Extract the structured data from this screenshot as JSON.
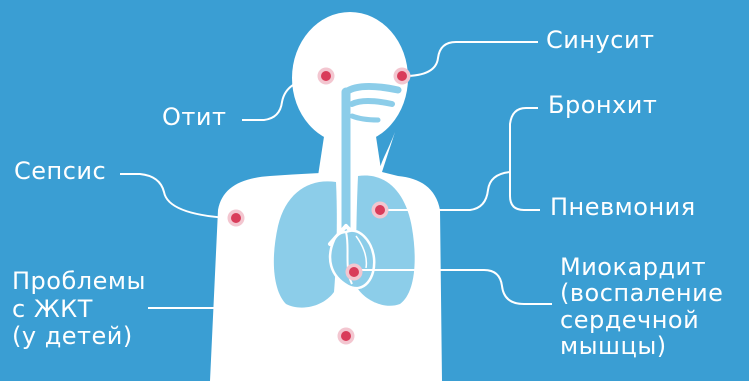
{
  "labels": {
    "otitis": "Отит",
    "sinusitis": "Синусит",
    "bronchitis": "Бронхит",
    "sepsis": "Сепсис",
    "pneumonia": "Пневмония",
    "gi_problems": "Проблемы\nс ЖКТ\n(у детей)",
    "myocarditis": "Миокардит\n(воспаление\nсердечной\nмышцы)"
  },
  "colors": {
    "background": "#3a9ed3",
    "body": "#ffffff",
    "organs": "#8ccde9",
    "marker": "#d93c5a"
  }
}
